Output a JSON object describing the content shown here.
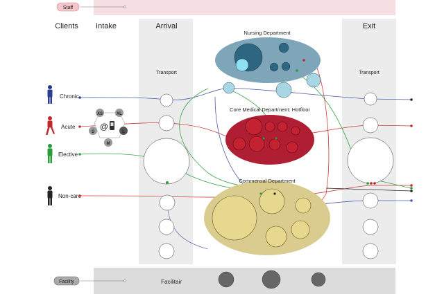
{
  "legend": {
    "staff": "Staff",
    "facility": "Facility"
  },
  "columns": {
    "clients": "Clients",
    "intake": "Intake",
    "arrival": "Arrival",
    "exit": "Exit"
  },
  "clients": [
    {
      "label": "Chronic",
      "color": "#2a3e8f"
    },
    {
      "label": "Acute",
      "color": "#c0282a"
    },
    {
      "label": "Elective",
      "color": "#2a9a3a"
    },
    {
      "label": "Non-care",
      "color": "#222222"
    }
  ],
  "intake": {
    "sizes": [
      "XS",
      "XL",
      "S",
      "L",
      "M"
    ],
    "at_symbol": "@"
  },
  "transport": {
    "arrival": "Transport",
    "exit": "Transport"
  },
  "departments": {
    "nursing": "Nursing Department",
    "core": "Core Medical Department: Hotfloor",
    "commercial": "Commercial Department"
  },
  "facility_bar": {
    "label": "Facilitair"
  },
  "colors": {
    "staff_band": "#f6dfe2",
    "facility_band": "#dcdcdc",
    "column_band": "#ececec",
    "nursing": "#7ea6b8",
    "core": "#b01e33",
    "commercial": "#d9cc8e",
    "chronic": "#2a3e8f",
    "acute": "#c0282a",
    "elective": "#2a9a3a",
    "noncare": "#222222",
    "link_blue": "#4a5aa8",
    "link_red": "#d03a3a",
    "link_green": "#3aa04a"
  }
}
